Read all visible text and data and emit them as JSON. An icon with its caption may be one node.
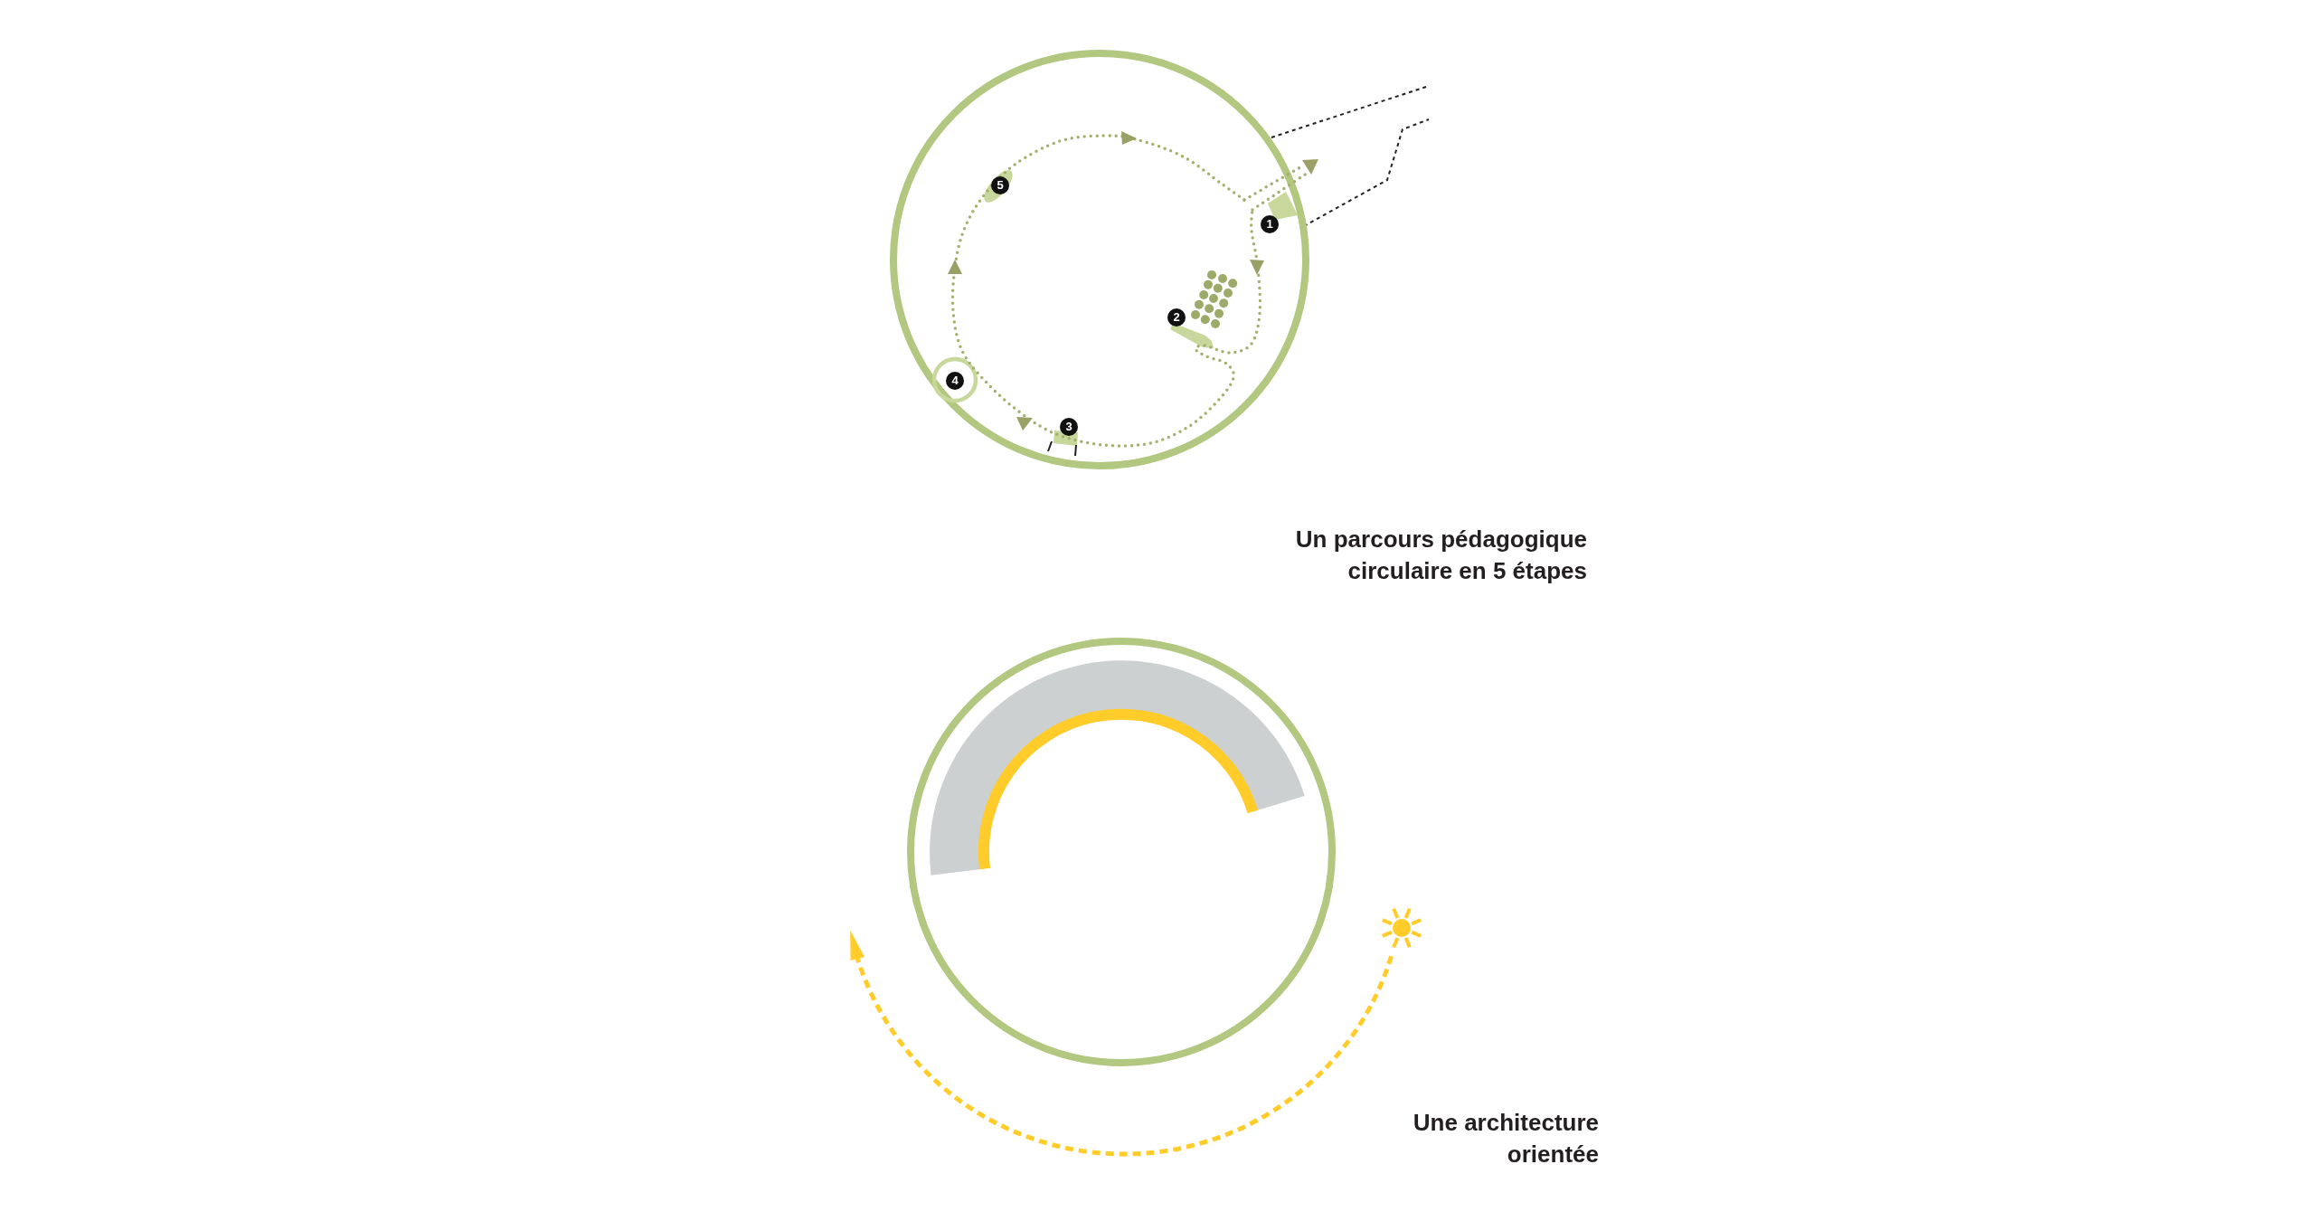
{
  "diagram": {
    "labels": [
      "1",
      "2",
      "3",
      "4",
      "5",
      "Un parcours pédagogique circulaire en 5 étapes",
      "Une architecture orientée"
    ]
  }
}
